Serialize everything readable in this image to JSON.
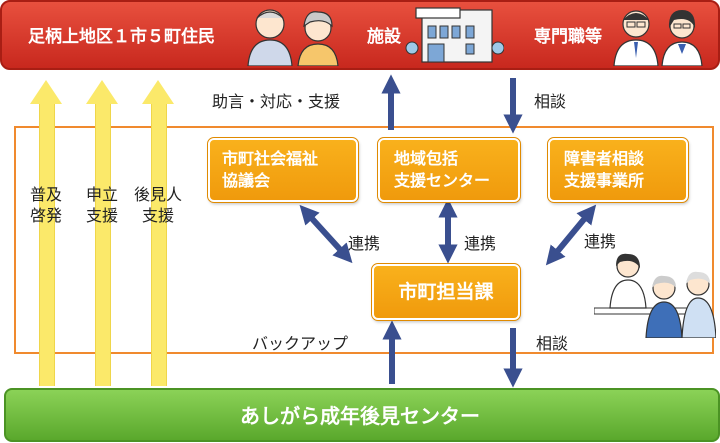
{
  "top": {
    "residents": "足柄上地区１市５町住民",
    "facilities": "施設",
    "professionals": "専門職等"
  },
  "side_arrows": [
    {
      "line1": "普及",
      "line2": "啓発"
    },
    {
      "line1": "申立",
      "line2": "支援"
    },
    {
      "line1": "後見人",
      "line2": "支援"
    }
  ],
  "boxes": {
    "welfare_council": {
      "line1": "市町社会福祉",
      "line2": "協議会"
    },
    "community_center": {
      "line1": "地域包括",
      "line2": "支援センター"
    },
    "disability_office": {
      "line1": "障害者相談",
      "line2": "支援事業所"
    },
    "municipal_dept": "市町担当課"
  },
  "labels": {
    "advice": "助言・対応・支援",
    "consult_top": "相談",
    "link_left": "連携",
    "link_center": "連携",
    "link_right": "連携",
    "backup": "バックアップ",
    "consult_bottom": "相談"
  },
  "bottom": {
    "center_name": "あしがら成年後見センター"
  },
  "colors": {
    "top_banner": "#d8352a",
    "orange_box": "#f5a411",
    "frame": "#f08a2e",
    "navy_arrow": "#3a4f8f",
    "yellow_arrow": "#fbe96a",
    "bottom_banner": "#6cbb3c"
  }
}
